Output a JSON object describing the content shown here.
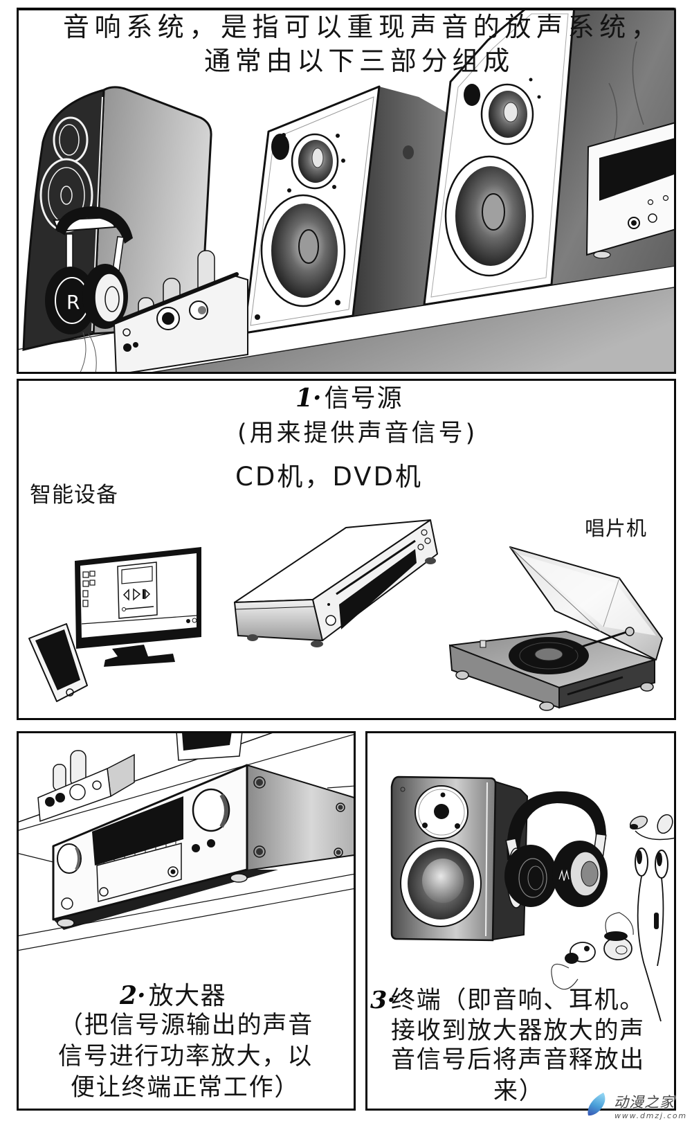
{
  "panels": [
    {
      "caption": [
        "音响系统，是指可以重现声音的放声系统，",
        "通常由以下三部分组成"
      ],
      "illustrations": [
        "floorstanding-speaker",
        "headphones",
        "tube-amplifier",
        "bookshelf-speaker",
        "bookshelf-speaker",
        "dac",
        "shelf"
      ]
    },
    {
      "number": "1·",
      "title": "信号源",
      "subtitle": "(用来提供声音信号)",
      "examples": "CD机，DVD机",
      "labels": {
        "smart_devices": "智能设备",
        "record_player": "唱片机"
      },
      "illustrations": [
        "monitor",
        "smartphone",
        "dvd-player",
        "turntable"
      ]
    },
    {
      "number": "2·",
      "title": "放大器",
      "description": [
        "（把信号源输出的声音",
        "信号进行功率放大，以",
        "便让终端正常工作）"
      ],
      "illustrations": [
        "av-receiver",
        "tube-amplifier",
        "shelf"
      ]
    },
    {
      "number": "3·",
      "title": "终端",
      "title_suffix": "（即音响、耳机。",
      "description": [
        "接收到放大器放大的声",
        "音信号后将声音释放出",
        "来）"
      ],
      "illustrations": [
        "bookshelf-speaker",
        "headphones",
        "earbuds",
        "in-ear-monitors"
      ]
    }
  ],
  "watermark": {
    "brand": "动漫之家",
    "url": "www.dmzj.com",
    "icon": "droplet-leaf-logo"
  },
  "colors": {
    "ink": "#111111",
    "paper": "#ffffff",
    "screentone": "#8e8e8e",
    "watermark_blue": "#4a9fd8"
  }
}
